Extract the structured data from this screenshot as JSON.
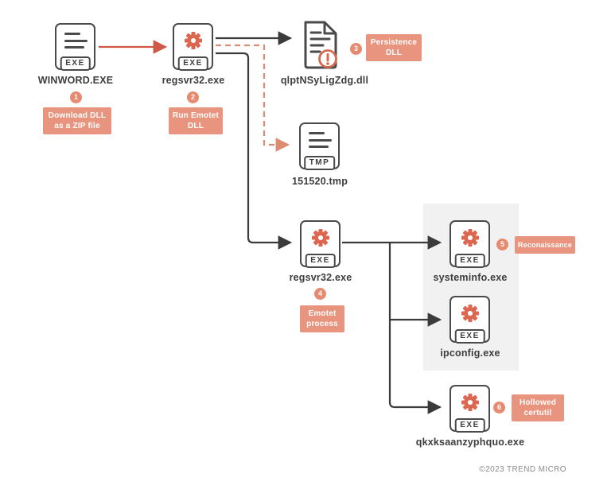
{
  "nodes": [
    {
      "label": "WINWORD.EXE",
      "file_type": "EXE",
      "step": "1",
      "note": [
        "Download DLL",
        "as a ZIP file"
      ]
    },
    {
      "label": "regsvr32.exe",
      "file_type": "EXE",
      "step": "2",
      "note": [
        "Run Emotet",
        "DLL"
      ]
    },
    {
      "label": "qlptNSyLigZdg.dll",
      "step": "3",
      "note": [
        "Persistence",
        "DLL"
      ]
    },
    {
      "label": "151520.tmp",
      "file_type": "TMP"
    },
    {
      "label": "regsvr32.exe",
      "file_type": "EXE",
      "step": "4",
      "note": [
        "Emotet",
        "process"
      ]
    },
    {
      "label": "systeminfo.exe",
      "file_type": "EXE",
      "step": "5",
      "note": [
        "Reconaissance"
      ]
    },
    {
      "label": "ipconfig.exe",
      "file_type": "EXE"
    },
    {
      "label": "qkxksaanzyphquo.exe",
      "file_type": "EXE",
      "step": "6",
      "note": [
        "Hollowed",
        "certutil"
      ]
    }
  ],
  "edges": [
    {
      "from": "WINWORD.EXE",
      "to": "regsvr32.exe",
      "style": "solid",
      "color": "red"
    },
    {
      "from": "regsvr32.exe",
      "to": "qlptNSyLigZdg.dll",
      "style": "solid",
      "color": "dark"
    },
    {
      "from": "regsvr32.exe",
      "to": "151520.tmp",
      "style": "dashed",
      "color": "orange"
    },
    {
      "from": "regsvr32.exe",
      "to": "regsvr32.exe (child)",
      "style": "solid",
      "color": "dark"
    },
    {
      "from": "regsvr32.exe (child)",
      "to": "systeminfo.exe",
      "style": "solid",
      "color": "dark"
    },
    {
      "from": "regsvr32.exe (child)",
      "to": "ipconfig.exe",
      "style": "solid",
      "color": "dark"
    },
    {
      "from": "regsvr32.exe (child)",
      "to": "qkxksaanzyphquo.exe",
      "style": "solid",
      "color": "dark"
    }
  ],
  "footer": {
    "copyright": "©2023 TREND MICRO"
  },
  "colors": {
    "pill": "#E9947E",
    "badge": "#E68A70",
    "gear": "#DC6750",
    "arrow_red": "#CF5847",
    "arrow_dark": "#3B3B3B",
    "arrow_dashed": "#DE8C70",
    "panel": "#F1F1F2",
    "icon_outline": "#4A4A4A",
    "alert_ring": "#D4694E"
  }
}
